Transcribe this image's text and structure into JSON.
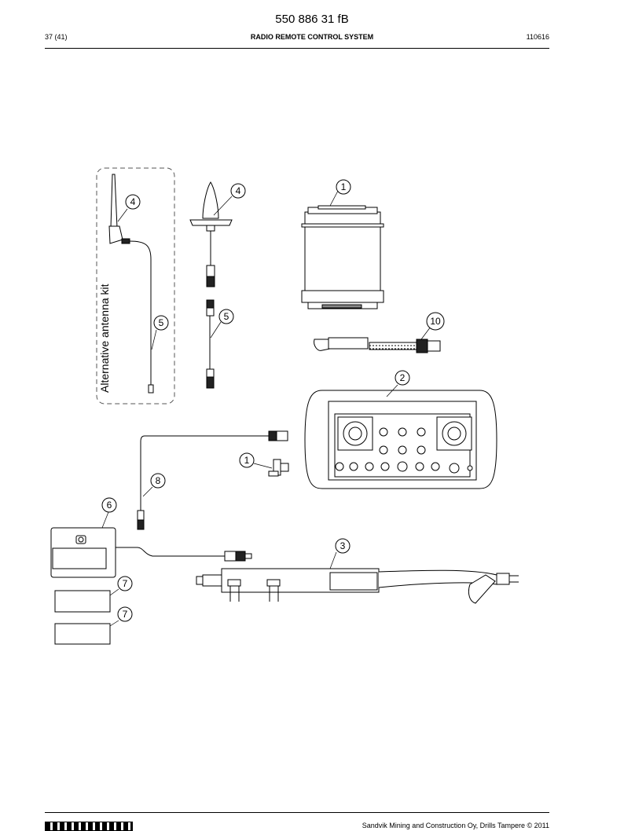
{
  "header": {
    "doc_number": "550 886 31 fB",
    "page": "37 (41)",
    "title": "RADIO REMOTE CONTROL SYSTEM",
    "date_code": "110616"
  },
  "drawing": {
    "kit_label": "Alternative antenna kit",
    "callouts": {
      "c1_top": "1",
      "c1_small": "1",
      "c2": "2",
      "c3": "3",
      "c4_left": "4",
      "c4_right": "4",
      "c5_left": "5",
      "c5_right": "5",
      "c6": "6",
      "c7_top": "7",
      "c7_bottom": "7",
      "c8": "8",
      "c10": "10"
    }
  },
  "footer": {
    "copyright": "Sandvik Mining and Construction Oy, Drills Tampere © 2011",
    "logo": "SANDVIK"
  }
}
